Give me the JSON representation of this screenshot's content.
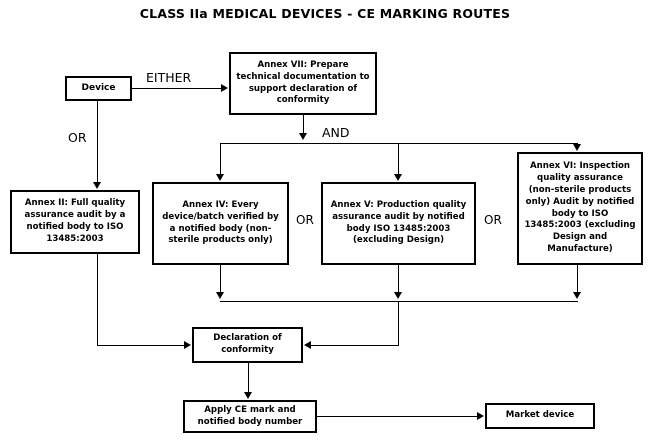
{
  "diagram": {
    "title": "CLASS IIa MEDICAL DEVICES - CE MARKING ROUTES",
    "type": "flowchart",
    "nodes": {
      "device": "Device",
      "annex_vii": "Annex VII: Prepare technical documentation to support declaration of conformity",
      "annex_ii": "Annex II: Full quality assurance audit by a notified body to ISO 13485:2003",
      "annex_iv": "Annex IV: Every device/batch verified by a notified body (non-sterile products only)",
      "annex_v": "Annex V: Production quality assurance audit by notified body ISO 13485:2003 (excluding Design)",
      "annex_vi": "Annex VI: Inspection quality assurance (non-sterile products only) Audit by notified body to ISO 13485:2003 (excluding Design and Manufacture)",
      "declaration": "Declaration of conformity",
      "apply_ce": "Apply CE mark and notified body number",
      "market": "Market device"
    },
    "connector_labels": {
      "either": "EITHER",
      "or_left": "OR",
      "and": "AND",
      "or_iv_v": "OR",
      "or_v_vi": "OR"
    },
    "colors": {
      "line": "#000000",
      "box_border": "#000000",
      "background": "#ffffff",
      "text": "#000000"
    }
  }
}
